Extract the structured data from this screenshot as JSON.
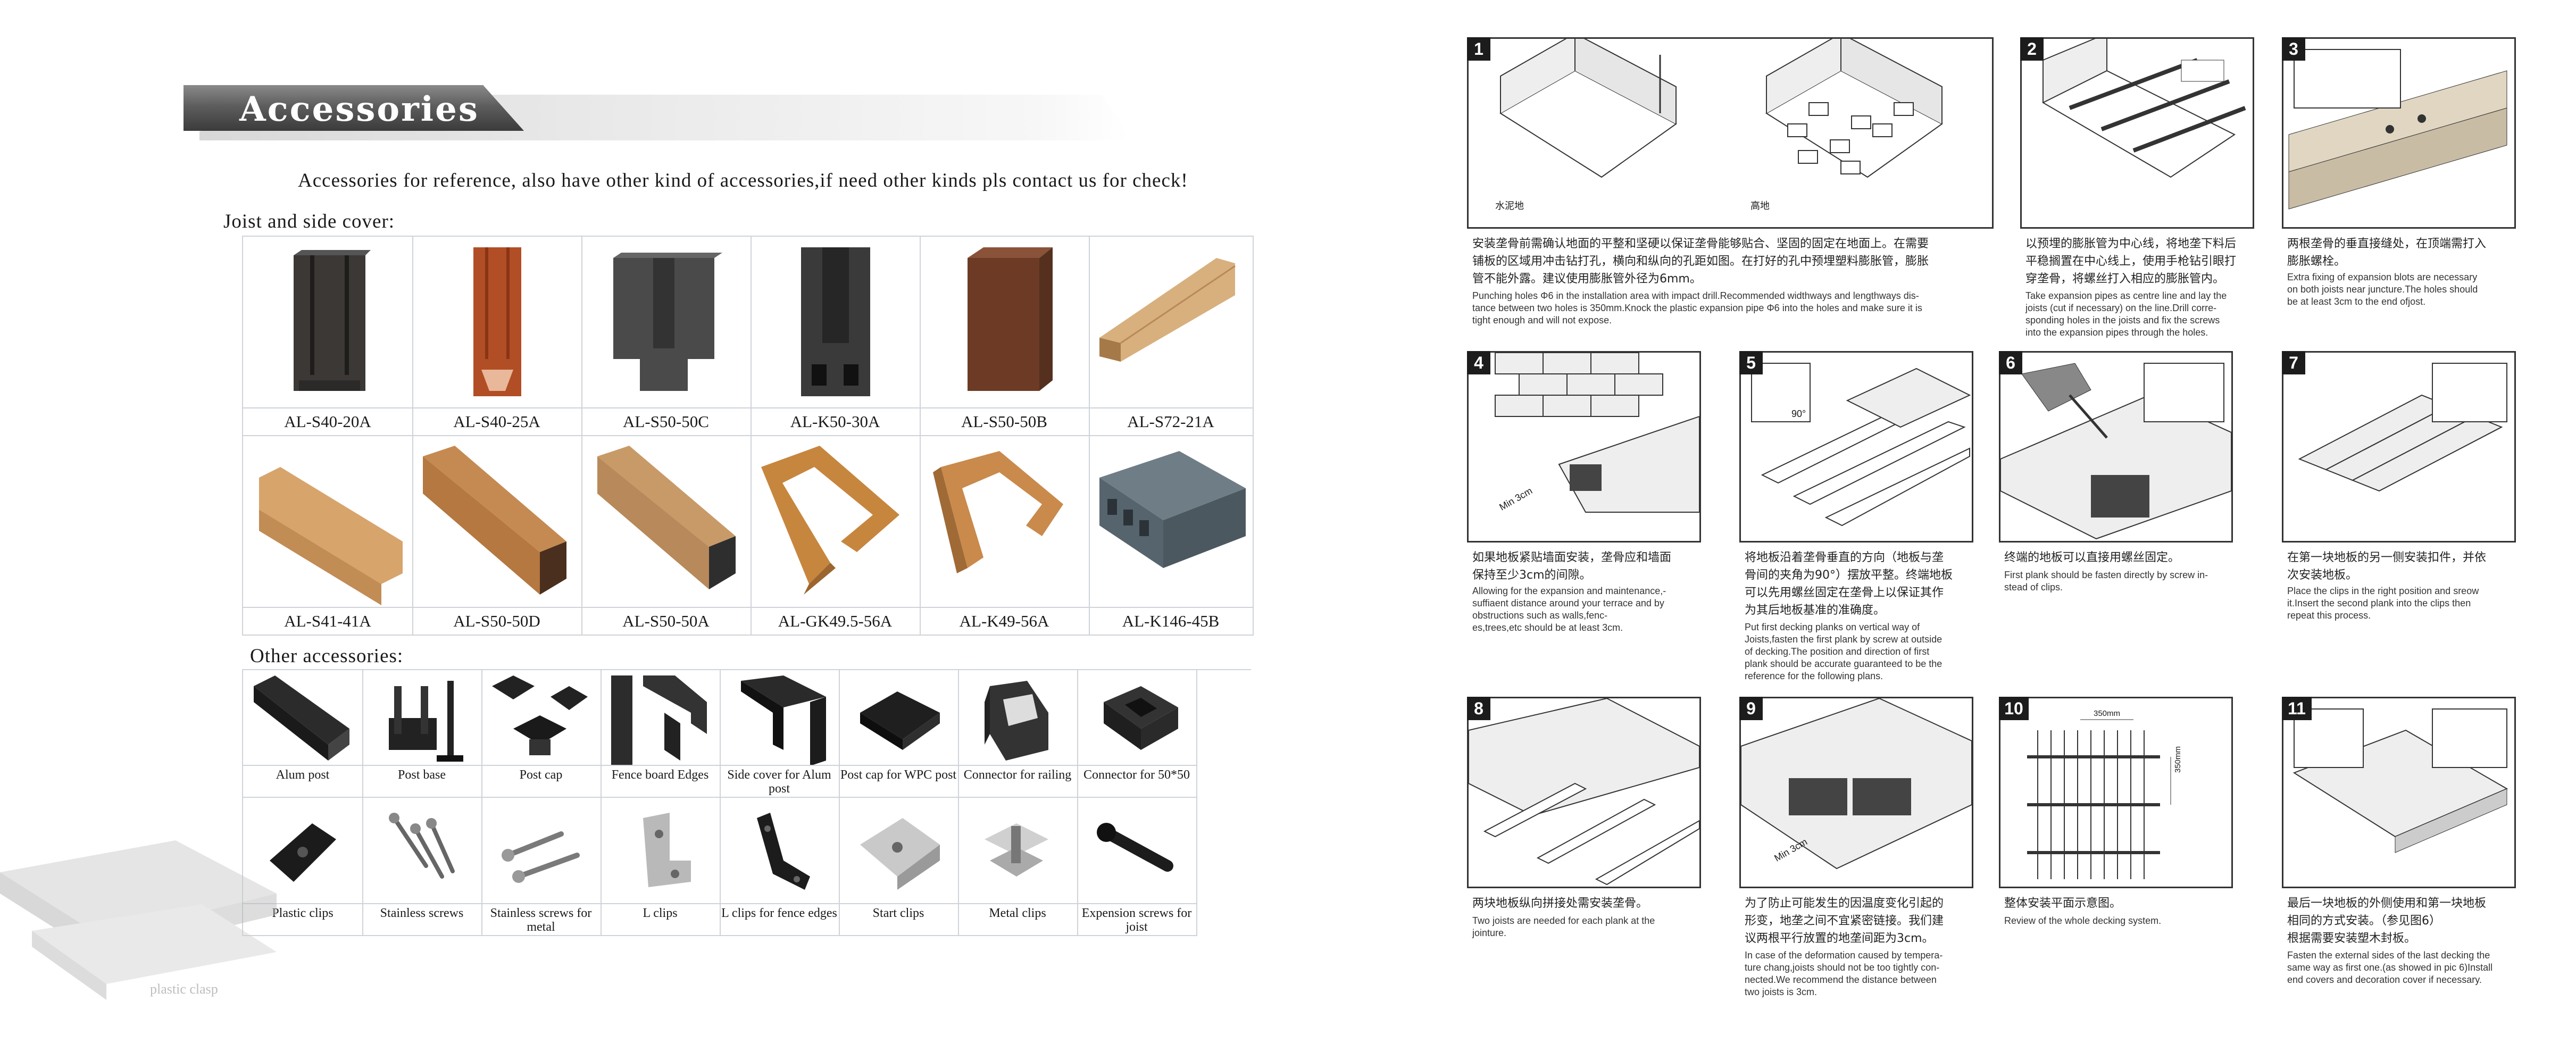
{
  "banner": {
    "title": "Accessories"
  },
  "intro": "Accessories for reference, also have other kind of accessories,if need other kinds pls contact us for check!",
  "joist_section": {
    "title": "Joist and side cover:",
    "row1": [
      "AL-S40-20A",
      "AL-S40-25A",
      "AL-S50-50C",
      "AL-K50-30A",
      "AL-S50-50B",
      "AL-S72-21A"
    ],
    "row2": [
      "AL-S41-41A",
      "AL-S50-50D",
      "AL-S50-50A",
      "AL-GK49.5-56A",
      "AL-K49-56A",
      "AL-K146-45B"
    ]
  },
  "other_section": {
    "title": "Other accessories:",
    "row1": [
      "Alum post",
      "Post base",
      "Post cap",
      "Fence board Edges",
      "Side cover for Alum post",
      "Post cap for WPC post",
      "Connector for railing",
      "Connector for 50*50"
    ],
    "row2": [
      "Plastic clips",
      "Stainless screws",
      "Stainless screws for metal",
      "L clips",
      "L clips for fence edges",
      "Start clips",
      "Metal clips",
      "Expension screws for joist"
    ]
  },
  "watermark": "plastic clasp",
  "colors": {
    "wood_brown": "#7a4a2a",
    "dark_grey": "#3c3c3c",
    "light_wood": "#d8b07e",
    "mid_wood": "#c08046"
  },
  "steps": [
    {
      "num": "1",
      "labels": [
        "水泥地",
        "高地"
      ],
      "cn": [
        "安装垄骨前需确认地面的平整和坚硬以保证垄骨能够贴合、坚固的固定在地面上。在需要",
        "铺板的区域用冲击钻打孔，横向和纵向的孔距如图。在打好的孔中预埋塑料膨胀管，膨胀",
        "管不能外露。建议使用膨胀管外径为6mm。"
      ],
      "en": [
        "Punching holes Φ6 in the installation area with impact drill.Recommended widthways and lengthways dis-",
        "tance between two holes is 350mm.Knock the plastic expansion pipe Φ6 into the holes and make sure it is",
        "tight enough and will not expose."
      ]
    },
    {
      "num": "2",
      "cn": [
        "以预埋的膨胀管为中心线，将地垄下料后",
        "平稳搁置在中心线上，使用手枪钻引眼打",
        "穿垄骨，将螺丝打入相应的膨胀管内。"
      ],
      "en": [
        "Take expansion pipes as centre line and lay the",
        "joists (cut if necessary) on the line.Drill corre-",
        "sponding holes in the joists and fix the screws",
        "into the expansion pipes through the holes."
      ]
    },
    {
      "num": "3",
      "cn": [
        "两根垄骨的垂直接缝处，在顶端需打入",
        "膨胀螺栓。"
      ],
      "en": [
        "Extra fixing of expansion blots are necessary",
        "on both joists near juncture.The holes should",
        "be at least 3cm to the end ofjost."
      ]
    },
    {
      "num": "4",
      "dim": "Min 3cm",
      "cn": [
        "如果地板紧贴墙面安装，垄骨应和墙面",
        "保持至少3cm的间隙。"
      ],
      "en": [
        "Allowing for the expansion and maintenance,-",
        "suffiaent distance around your terrace and by",
        "obstructions such as walls,fenc-",
        "es,trees,etc should be at least 3cm."
      ]
    },
    {
      "num": "5",
      "angle": "90°",
      "cn": [
        "将地板沿着垄骨垂直的方向（地板与垄",
        "骨间的夹角为90°）摆放平整。终端地板",
        "可以先用螺丝固定在垄骨上以保证其作",
        "为其后地板基准的准确度。"
      ],
      "en": [
        "Put first decking planks on vertical way of",
        "Joists,fasten the first plank by screw at outside",
        "of decking.The position and direction of first",
        "plank should be accurate guaranteed to be the",
        "reference for the following plans."
      ]
    },
    {
      "num": "6",
      "cn": [
        "终端的地板可以直接用螺丝固定。"
      ],
      "en": [
        "First plank should be fasten directly by screw in-",
        "stead of clips."
      ]
    },
    {
      "num": "7",
      "cn": [
        "在第一块地板的另一侧安装扣件，并依",
        "次安装地板。"
      ],
      "en": [
        "Place the clips in the right position and sreow",
        "it.Insert the second plank into the clips then",
        "repeat this process."
      ]
    },
    {
      "num": "8",
      "cn": [
        "两块地板纵向拼接处需安装垄骨。"
      ],
      "en": [
        "Two joists are needed for each plank at the",
        "jointure."
      ]
    },
    {
      "num": "9",
      "dim": "Min 3cm",
      "cn": [
        "为了防止可能发生的因温度变化引起的",
        "形变，地垄之间不宜紧密链接。我们建",
        "议两根平行放置的地垄间距为3cm。"
      ],
      "en": [
        "In case of the deformation caused by tempera-",
        "ture chang,joists should not be too tightly con-",
        "nected.We recommend the distance between",
        "two joists is 3cm."
      ]
    },
    {
      "num": "10",
      "dims": [
        "350mm",
        "350mm"
      ],
      "cn": [
        "整体安装平面示意图。"
      ],
      "en": [
        "Review of the whole decking system."
      ]
    },
    {
      "num": "11",
      "cn": [
        "最后一块地板的外侧使用和第一块地板",
        "相同的方式安装。（参见图6）",
        "根据需要安装塑木封板。"
      ],
      "en": [
        "Fasten the external sides of the last decking the",
        "same way as first one.(as showed in pic 6)Install",
        "end covers and decoration cover if necessary."
      ]
    }
  ]
}
